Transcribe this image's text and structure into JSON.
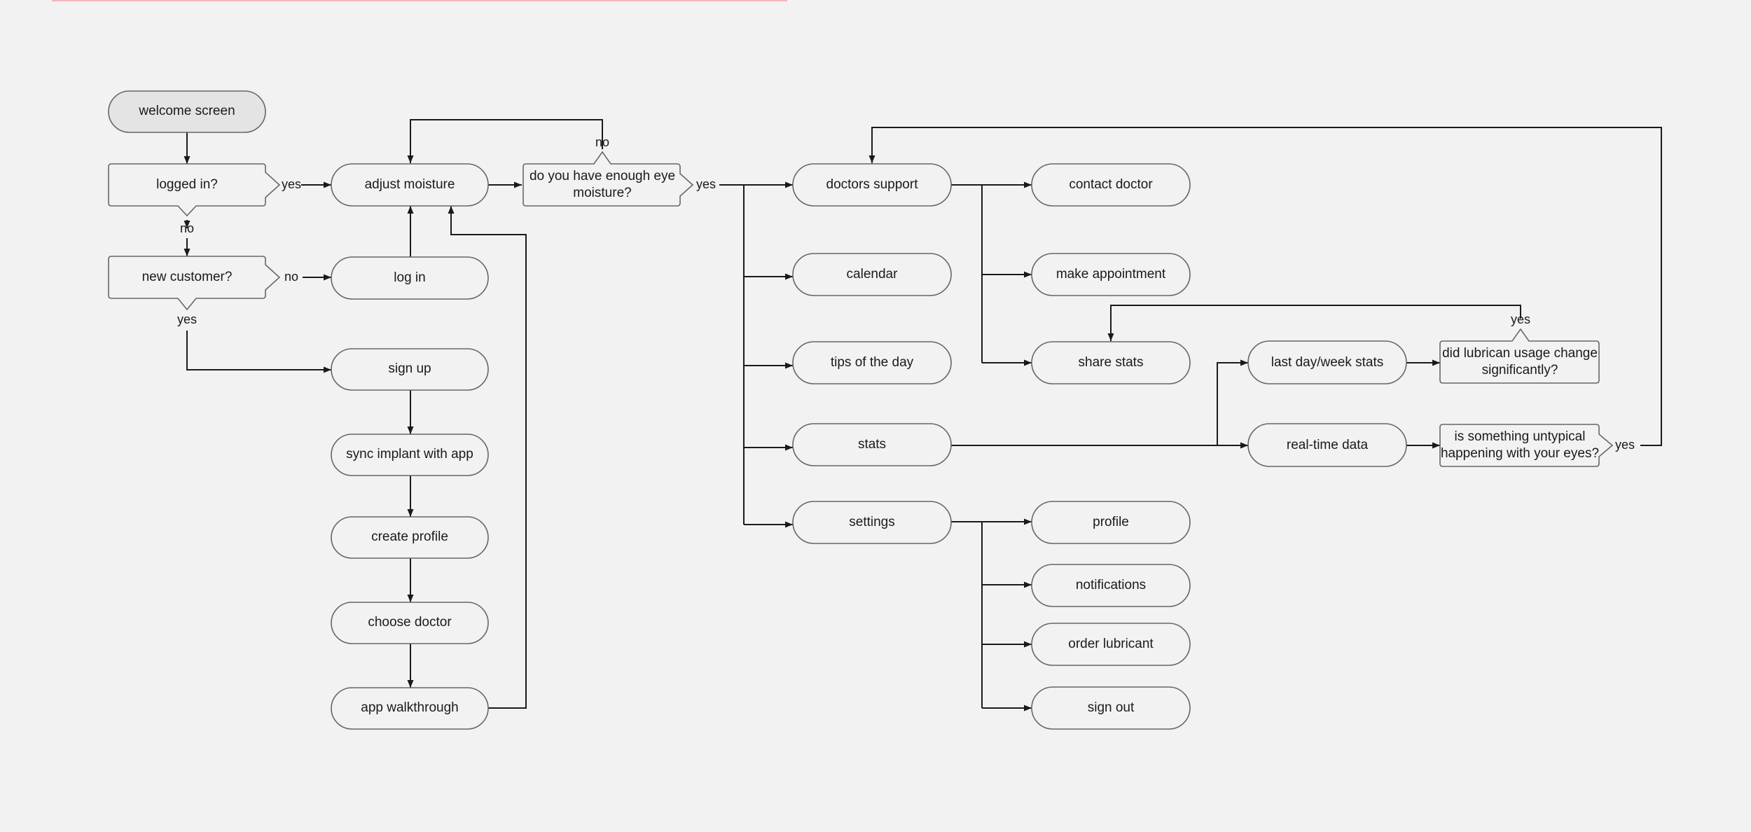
{
  "nodes": {
    "welcome_screen": "welcome screen",
    "logged_in": "logged in?",
    "new_customer": "new customer?",
    "adjust_moisture": "adjust moisture",
    "log_in": "log in",
    "sign_up": "sign up",
    "sync_implant": "sync implant with app",
    "create_profile": "create profile",
    "choose_doctor": "choose doctor",
    "app_walkthrough": "app walkthrough",
    "enough_moisture": [
      "do you have enough eye",
      "moisture?"
    ],
    "doctors_support": "doctors support",
    "calendar": "calendar",
    "tips_of_the_day": "tips of the day",
    "stats": "stats",
    "settings": "settings",
    "contact_doctor": "contact doctor",
    "make_appointment": "make appointment",
    "share_stats": "share stats",
    "profile": "profile",
    "notifications": "notifications",
    "order_lubricant": "order lubricant",
    "sign_out": "sign out",
    "last_day_week_stats": "last day/week stats",
    "real_time_data": "real-time data",
    "lubrican_usage_change": [
      "did lubrican usage change",
      "significantly?"
    ],
    "untypical_eyes": [
      "is something untypical",
      "happening with your eyes?"
    ]
  },
  "edge_labels": {
    "logged_in_yes": "yes",
    "logged_in_no": "no",
    "new_customer_no": "no",
    "new_customer_yes": "yes",
    "moisture_no": "no",
    "moisture_yes": "yes",
    "lubrican_yes": "yes",
    "untypical_yes": "yes"
  }
}
